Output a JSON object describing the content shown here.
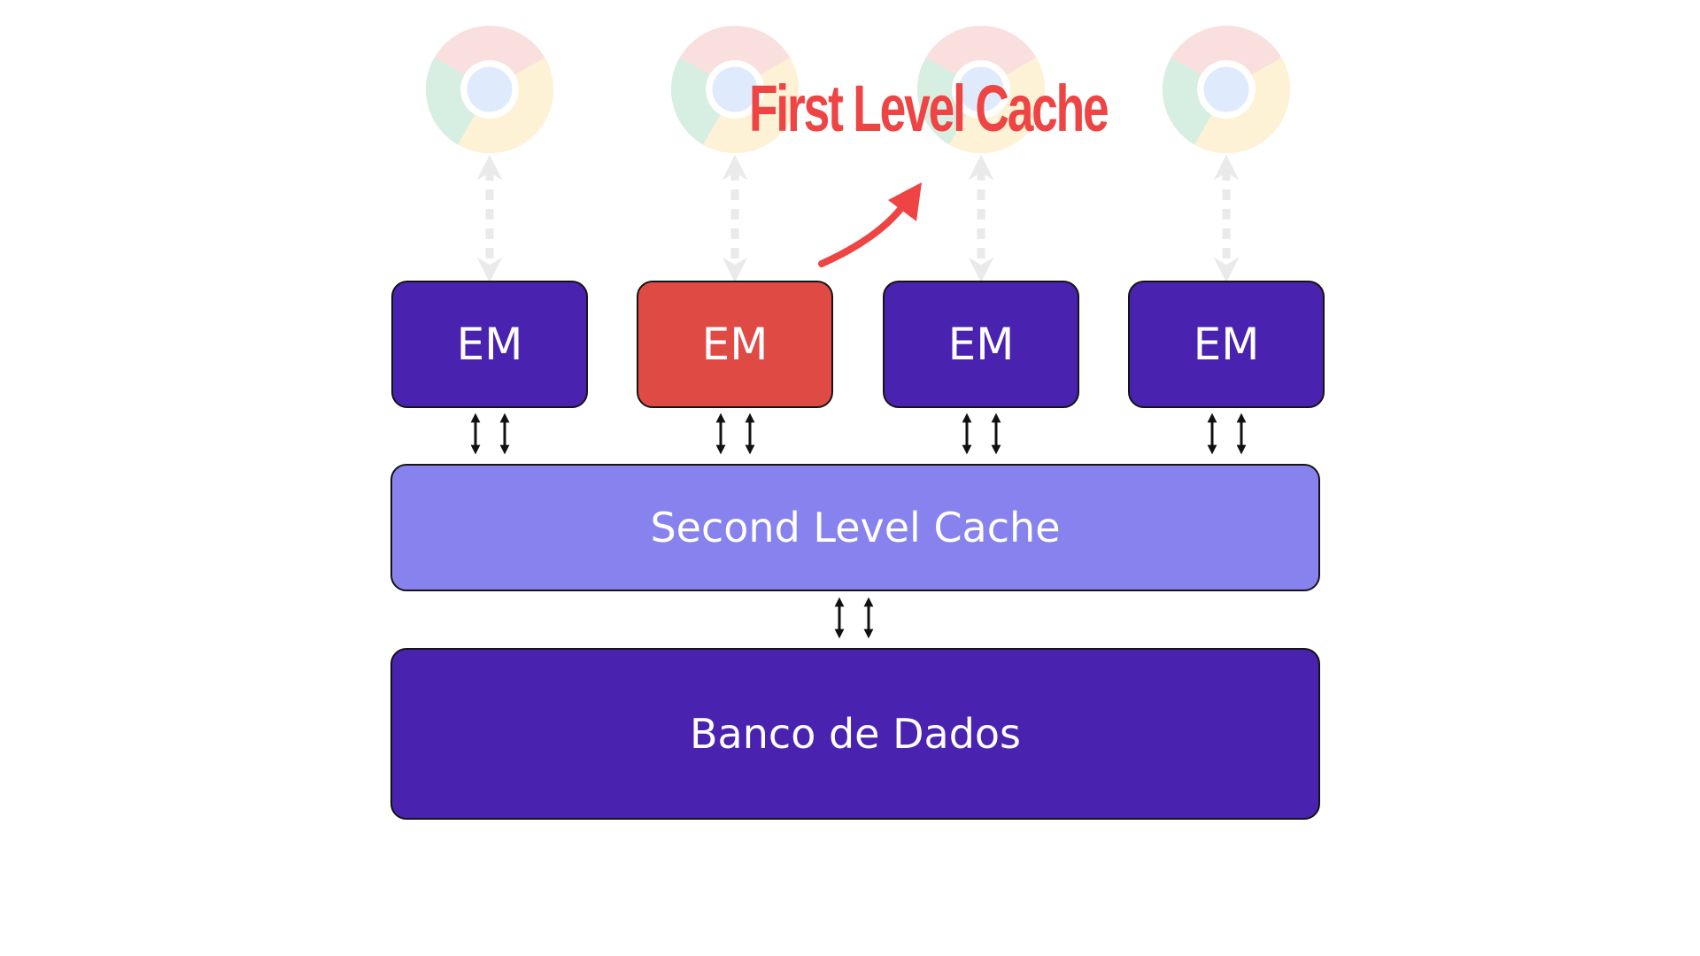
{
  "annotation": {
    "label": "First Level Cache",
    "color": "#EE4444"
  },
  "entity_managers": [
    {
      "label": "EM",
      "highlighted": false
    },
    {
      "label": "EM",
      "highlighted": true
    },
    {
      "label": "EM",
      "highlighted": false
    },
    {
      "label": "EM",
      "highlighted": false
    }
  ],
  "second_level_cache": {
    "label": "Second Level Cache"
  },
  "database": {
    "label": "Banco de Dados"
  },
  "colors": {
    "em": "#4A22B0",
    "em_highlight": "#E04A44",
    "second_level_cache": "#8882EE",
    "database": "#4A22B0",
    "connector": "#111111",
    "faded_connector": "#BBBBBB"
  },
  "icons": {
    "client": "chrome-browser-icon",
    "connector": "bidirectional-arrow-icon"
  }
}
